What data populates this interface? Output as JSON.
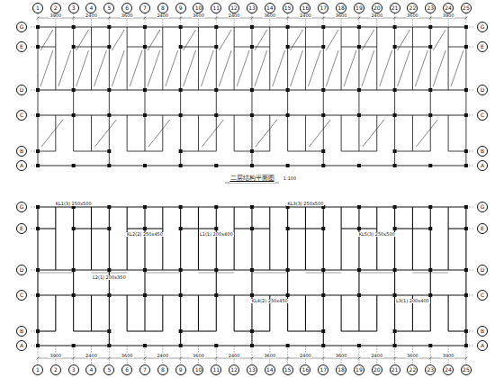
{
  "diagram": {
    "nodes": [
      {
        "text": [
          "1"
        ]
      },
      {
        "text": [
          "2"
        ]
      },
      {
        "text": [
          "3"
        ]
      },
      {
        "text": [
          "4"
        ]
      },
      {
        "text": [
          "5"
        ]
      },
      {
        "text": [
          "6"
        ]
      },
      {
        "text": [
          "7"
        ]
      },
      {
        "text": [
          "8"
        ]
      },
      {
        "text": [
          "9"
        ]
      },
      {
        "text": [
          "10"
        ]
      },
      {
        "text": [
          "11"
        ]
      },
      {
        "text": [
          "12"
        ]
      },
      {
        "text": [
          "13"
        ]
      },
      {
        "text": [
          "14"
        ]
      },
      {
        "text": [
          "15"
        ]
      },
      {
        "text": [
          "16"
        ]
      },
      {
        "text": [
          "17"
        ]
      },
      {
        "text": [
          "18"
        ]
      },
      {
        "text": [
          "19"
        ]
      },
      {
        "text": [
          "20"
        ]
      },
      {
        "text": [
          "21"
        ]
      },
      {
        "text": [
          "22"
        ]
      },
      {
        "text": [
          "23"
        ]
      },
      {
        "text": [
          "24"
        ]
      },
      {
        "text": [
          "25"
        ]
      },
      {
        "text": [
          "G"
        ]
      },
      {
        "text": [
          "E"
        ]
      },
      {
        "text": [
          "D"
        ]
      },
      {
        "text": [
          "C"
        ]
      },
      {
        "text": [
          "B"
        ]
      },
      {
        "text": [
          "A"
        ]
      },
      {
        "text": [
          "G"
        ]
      },
      {
        "text": [
          "E"
        ]
      },
      {
        "text": [
          "D"
        ]
      },
      {
        "text": [
          "C"
        ]
      },
      {
        "text": [
          "B"
        ]
      },
      {
        "text": [
          "A"
        ]
      },
      {
        "text": [
          "G"
        ]
      },
      {
        "text": [
          "E"
        ]
      },
      {
        "text": [
          "D"
        ]
      },
      {
        "text": [
          "C"
        ]
      },
      {
        "text": [
          "B"
        ]
      },
      {
        "text": [
          "A"
        ]
      },
      {
        "text": [
          "G"
        ]
      },
      {
        "text": [
          "E"
        ]
      },
      {
        "text": [
          "D"
        ]
      },
      {
        "text": [
          "C"
        ]
      },
      {
        "text": [
          "B"
        ]
      },
      {
        "text": [
          "A"
        ]
      },
      {
        "text": [
          "1"
        ]
      },
      {
        "text": [
          "2"
        ]
      },
      {
        "text": [
          "3"
        ]
      },
      {
        "text": [
          "4"
        ]
      },
      {
        "text": [
          "5"
        ]
      },
      {
        "text": [
          "6"
        ]
      },
      {
        "text": [
          "7"
        ]
      },
      {
        "text": [
          "8"
        ]
      },
      {
        "text": [
          "9"
        ]
      },
      {
        "text": [
          "10"
        ]
      },
      {
        "text": [
          "11"
        ]
      },
      {
        "text": [
          "12"
        ]
      },
      {
        "text": [
          "13"
        ]
      },
      {
        "text": [
          "14"
        ]
      },
      {
        "text": [
          "15"
        ]
      },
      {
        "text": [
          "16"
        ]
      },
      {
        "text": [
          "17"
        ]
      },
      {
        "text": [
          "18"
        ]
      },
      {
        "text": [
          "19"
        ]
      },
      {
        "text": [
          "20"
        ]
      },
      {
        "text": [
          "21"
        ]
      },
      {
        "text": [
          "22"
        ]
      },
      {
        "text": [
          "23"
        ]
      },
      {
        "text": [
          "24"
        ]
      },
      {
        "text": [
          "25"
        ]
      }
    ],
    "labels": [
      "3900",
      "2400",
      "3600",
      "2400",
      "3600",
      "2400",
      "3600",
      "2400",
      "3600",
      "2400",
      "3600",
      "3900",
      "二层结构平面图",
      "1:100",
      "3900",
      "2400",
      "3600",
      "2400",
      "3600",
      "2400",
      "3600",
      "2400",
      "3600",
      "2400",
      "3600",
      "3900",
      "KL1(3) 250x500",
      "KL2(2) 250x450",
      "L1(1) 200x400",
      "KL3(3) 250x500",
      "L2(1) 200x350",
      "KL4(2) 250x450",
      "KL5(3) 250x500",
      "L3(1) 200x400"
    ]
  }
}
